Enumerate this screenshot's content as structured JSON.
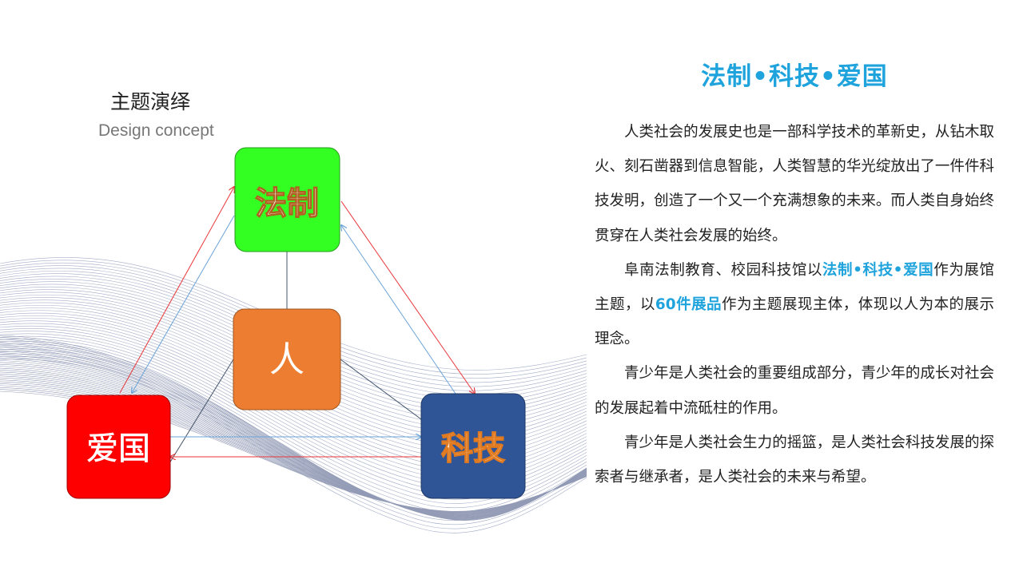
{
  "header": {
    "title_cn": "主题演绎",
    "title_en": "Design concept"
  },
  "diagram": {
    "nodes": [
      {
        "id": "fazhi",
        "label": "法制",
        "color": "#33ff22"
      },
      {
        "id": "ren",
        "label": "人",
        "color": "#ed7d31"
      },
      {
        "id": "aiguo",
        "label": "爱国",
        "color": "#ff0000"
      },
      {
        "id": "keji",
        "label": "科技",
        "color": "#2f5597"
      }
    ],
    "colors": {
      "arrow_red": "#e8363a",
      "arrow_blue": "#6aa3d8",
      "line_dark": "#44546a"
    }
  },
  "article": {
    "heading": "法制•科技•爱国",
    "p1": "人类社会的发展史也是一部科学技术的革新史，从钻木取火、刻石凿器到信息智能，人类智慧的华光绽放出了一件件科技发明，创造了一个又一个充满想象的未来。而人类自身始终贯穿在人类社会发展的始终。",
    "p2_a": "阜南法制教育、校园科技馆以",
    "p2_hl1": "法制•科技•爱国",
    "p2_b": "作为展馆主题，以",
    "p2_hl2": "60件展品",
    "p2_c": "作为主题展现主体，体现以人为本的展示理念。",
    "p3": "青少年是人类社会的重要组成部分，青少年的成长对社会的发展起着中流砥柱的作用。",
    "p4": "青少年是人类社会生力的摇篮，是人类社会科技发展的探索者与继承者，是人类社会的未来与希望。"
  }
}
